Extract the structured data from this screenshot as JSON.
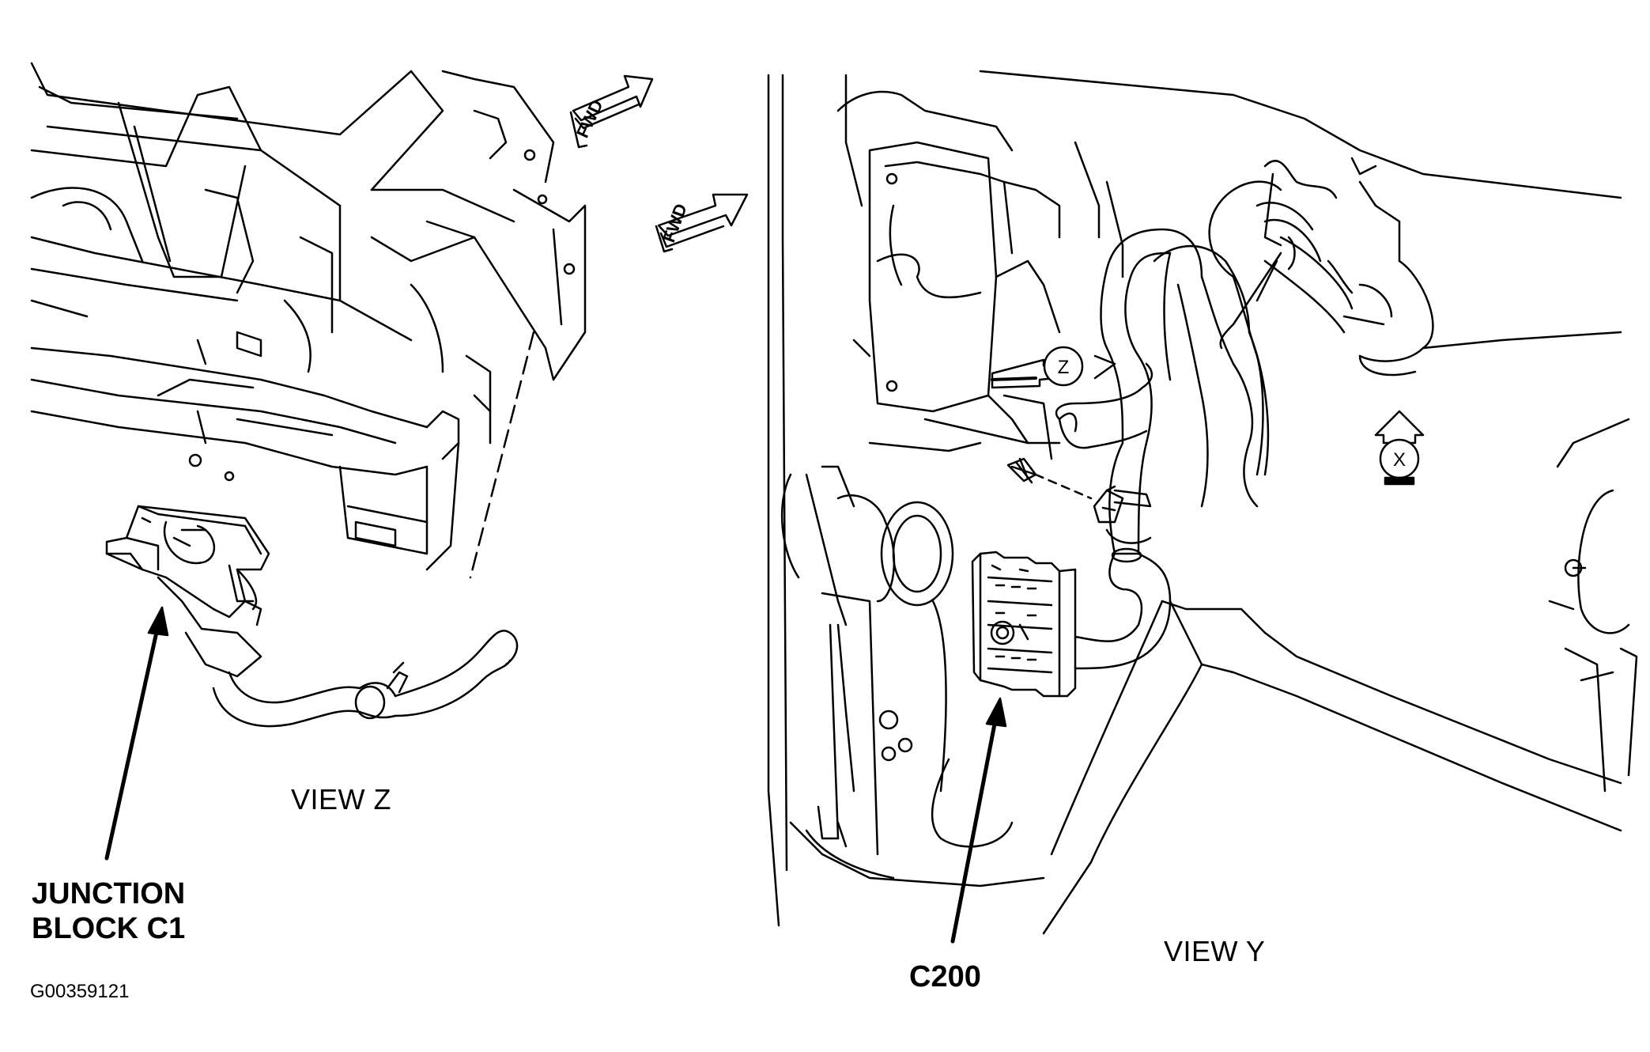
{
  "view_z_label": "VIEW Z",
  "view_y_label": "VIEW Y",
  "junction_block_line1": "JUNCTION",
  "junction_block_line2": "BLOCK C1",
  "c200_label": "C200",
  "figure_code": "G00359121",
  "fwd_arrow_text": "FWD",
  "view_marker_z": "Z",
  "view_marker_x": "X",
  "line_color": "#000000",
  "background_color": "#ffffff"
}
